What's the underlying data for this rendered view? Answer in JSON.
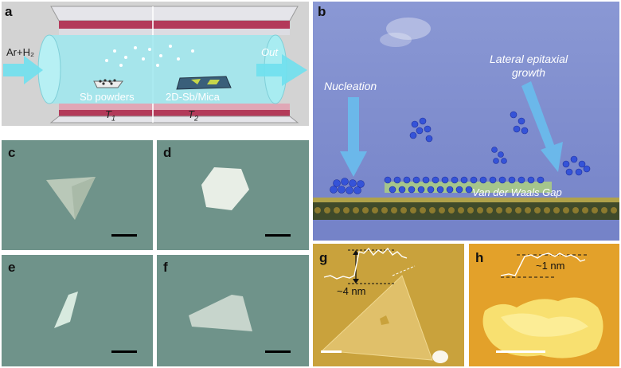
{
  "panels": {
    "a": {
      "label": "a",
      "inlet": "Ar+H₂",
      "outlet": "Out",
      "source": "Sb powders",
      "substrate": "2D-Sb/Mica",
      "t1": "T",
      "t1_sub": "1",
      "t2": "T",
      "t2_sub": "2"
    },
    "b": {
      "label": "b",
      "nucleation": "Nucleation",
      "lateral_1": "Lateral epitaxial",
      "lateral_2": "growth",
      "gap": "Van der Waals Gap"
    },
    "c": {
      "label": "c"
    },
    "d": {
      "label": "d"
    },
    "e": {
      "label": "e"
    },
    "f": {
      "label": "f"
    },
    "g": {
      "label": "g",
      "height": "~4 nm"
    },
    "h": {
      "label": "h",
      "height": "~1 nm"
    }
  },
  "colors": {
    "flow_arrow": "#6fe0ee",
    "optical_bg": "#6f938a",
    "afm_g_bg": "#c9a23c",
    "afm_h_bg": "#e3a12a",
    "sky": "#8a98d4"
  }
}
